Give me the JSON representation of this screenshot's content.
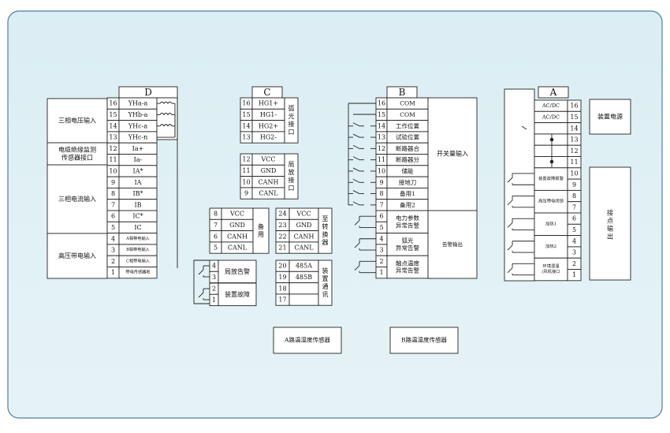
{
  "left_labels": [
    "三相电压输入",
    "电缆绝缘监测\n传感器接口",
    "三相电流输入",
    "高压带电输入"
  ],
  "blockD": {
    "header": "D",
    "rows": [
      {
        "n": "16",
        "t": "YHa-a"
      },
      {
        "n": "15",
        "t": "YHb-a"
      },
      {
        "n": "14",
        "t": "YHc-a"
      },
      {
        "n": "13",
        "t": "YHc-n"
      },
      {
        "n": "12",
        "t": "Ia+"
      },
      {
        "n": "11",
        "t": "Ia-"
      },
      {
        "n": "10",
        "t": "IA*"
      },
      {
        "n": "9",
        "t": "IA"
      },
      {
        "n": "8",
        "t": "IB*"
      },
      {
        "n": "7",
        "t": "IB"
      },
      {
        "n": "6",
        "t": "IC*"
      },
      {
        "n": "5",
        "t": "IC"
      },
      {
        "n": "4",
        "t": "A相带电输入"
      },
      {
        "n": "3",
        "t": "B相带电输入"
      },
      {
        "n": "2",
        "t": "C相带电输入"
      },
      {
        "n": "1",
        "t": "带电传感器地"
      }
    ]
  },
  "blockC": {
    "header": "C",
    "group1": {
      "rows": [
        {
          "n": "16",
          "t": "HG1+"
        },
        {
          "n": "15",
          "t": "HG1-"
        },
        {
          "n": "14",
          "t": "HG2+"
        },
        {
          "n": "13",
          "t": "HG2-"
        }
      ],
      "label": "弧光接口"
    },
    "group2": {
      "rows": [
        {
          "n": "12",
          "t": "VCC"
        },
        {
          "n": "11",
          "t": "GND"
        },
        {
          "n": "10",
          "t": "CANH"
        },
        {
          "n": "9",
          "t": "CANL"
        }
      ],
      "label": "局放接口"
    }
  },
  "spare": {
    "rows": [
      {
        "n": "8",
        "t": "VCC"
      },
      {
        "n": "7",
        "t": "GND"
      },
      {
        "n": "6",
        "t": "CANH"
      },
      {
        "n": "5",
        "t": "CANL"
      }
    ],
    "label": "备用"
  },
  "switch_conv": {
    "rows": [
      {
        "n": "24",
        "t": "VCC"
      },
      {
        "n": "23",
        "t": "GND"
      },
      {
        "n": "22",
        "t": "CANH"
      },
      {
        "n": "21",
        "t": "CANL"
      }
    ],
    "label": "至转换器"
  },
  "comm": {
    "rows": [
      {
        "n": "20",
        "t": "485A"
      },
      {
        "n": "19",
        "t": "485B"
      },
      {
        "n": "18",
        "t": ""
      },
      {
        "n": "17",
        "t": ""
      }
    ],
    "label": "装置通讯"
  },
  "local_alarms": [
    {
      "rows": [
        "4",
        "3"
      ],
      "label": "局放告警"
    },
    {
      "rows": [
        "2",
        "1"
      ],
      "label": "装置故障"
    }
  ],
  "blockB": {
    "header": "B",
    "rows_top": [
      {
        "n": "16",
        "t": "COM"
      },
      {
        "n": "15",
        "t": "COM"
      },
      {
        "n": "14",
        "t": "工作位置"
      },
      {
        "n": "13",
        "t": "试验位置"
      },
      {
        "n": "12",
        "t": "断路器合"
      },
      {
        "n": "11",
        "t": "断路器分"
      },
      {
        "n": "10",
        "t": "储能"
      },
      {
        "n": "9",
        "t": "接地刀"
      },
      {
        "n": "8",
        "t": "备用1"
      },
      {
        "n": "7",
        "t": "备用2"
      }
    ],
    "rows_pairs": [
      {
        "a": "6",
        "b": "5",
        "t": "电力参数\n异常告警"
      },
      {
        "a": "4",
        "b": "3",
        "t": "弧光\n异常告警"
      },
      {
        "a": "2",
        "b": "1",
        "t": "触点温度\n异常告警"
      }
    ],
    "right_top": "开关量输入",
    "right_bottom": "告警输出"
  },
  "blockA": {
    "header": "A",
    "rows_top": [
      {
        "n": "16",
        "t": "AC/DC"
      },
      {
        "n": "15",
        "t": "AC/DC"
      },
      {
        "n": "14",
        "t": ""
      },
      {
        "n": "13",
        "t": ""
      },
      {
        "n": "12",
        "t": ""
      },
      {
        "n": "11",
        "t": ""
      }
    ],
    "rows_pairs": [
      {
        "a": "10",
        "b": "9",
        "t": "装置故障报警"
      },
      {
        "a": "8",
        "b": "7",
        "t": "高压带电闭锁"
      },
      {
        "a": "6",
        "b": "5",
        "t": "加热1"
      },
      {
        "a": "4",
        "b": "3",
        "t": "加热2"
      },
      {
        "a": "2",
        "b": "1",
        "t": "环境湿温\n/风机接口"
      }
    ],
    "right_top": "装置电源",
    "right_bottom": "接\n点\n输\n出"
  },
  "sensors": [
    "A路温湿度传感器",
    "B路温湿度传感器"
  ]
}
